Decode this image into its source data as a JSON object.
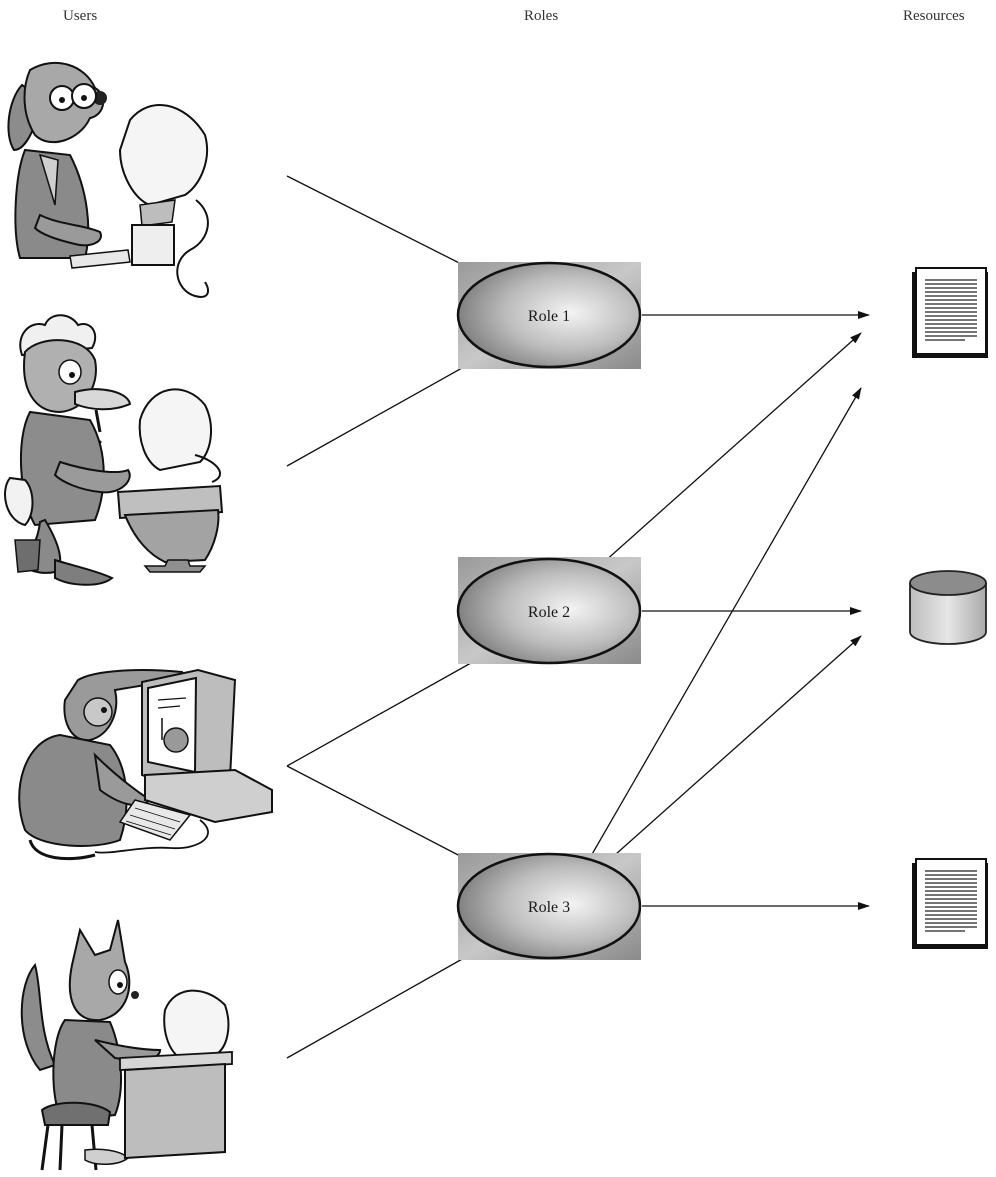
{
  "headers": {
    "users": "Users",
    "roles": "Roles",
    "resources": "Resources"
  },
  "roles": [
    "Role 1",
    "Role 2",
    "Role 3"
  ],
  "users": [
    {
      "icon": "dog-at-computer-icon"
    },
    {
      "icon": "duck-at-computer-icon"
    },
    {
      "icon": "monkey-at-computer-icon"
    },
    {
      "icon": "cat-at-computer-icon"
    }
  ],
  "resources": [
    {
      "icon": "document-icon"
    },
    {
      "icon": "database-icon"
    },
    {
      "icon": "document-icon"
    }
  ],
  "assignments": [
    {
      "from": "User 1",
      "to": "Role 1"
    },
    {
      "from": "User 2",
      "to": "Role 1"
    },
    {
      "from": "User 3",
      "to": "Role 2"
    },
    {
      "from": "User 3",
      "to": "Role 3"
    },
    {
      "from": "User 4",
      "to": "Role 3"
    }
  ],
  "permissions": [
    {
      "from": "Role 1",
      "to": "Resource 1"
    },
    {
      "from": "Role 2",
      "to": "Resource 1"
    },
    {
      "from": "Role 2",
      "to": "Resource 2"
    },
    {
      "from": "Role 3",
      "to": "Resource 1"
    },
    {
      "from": "Role 3",
      "to": "Resource 2"
    },
    {
      "from": "Role 3",
      "to": "Resource 3"
    }
  ]
}
